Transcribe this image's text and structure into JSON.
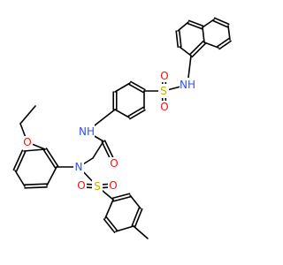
{
  "atom_labels": {
    "nh_sulfonamide": "NH",
    "nh_amide": "NH",
    "n_tertiary": "N",
    "s_upper": "S",
    "s_lower": "S",
    "o_upper_top": "O",
    "o_upper_bottom": "O",
    "o_lower_left": "O",
    "o_lower_right": "O",
    "o_carbonyl": "O",
    "o_ether": "O"
  },
  "colors": {
    "bond": "#000000",
    "nitrogen": "#3050F8",
    "oxygen": "#FF0D0D",
    "sulfur": "#B8B800",
    "background": "#ffffff"
  }
}
